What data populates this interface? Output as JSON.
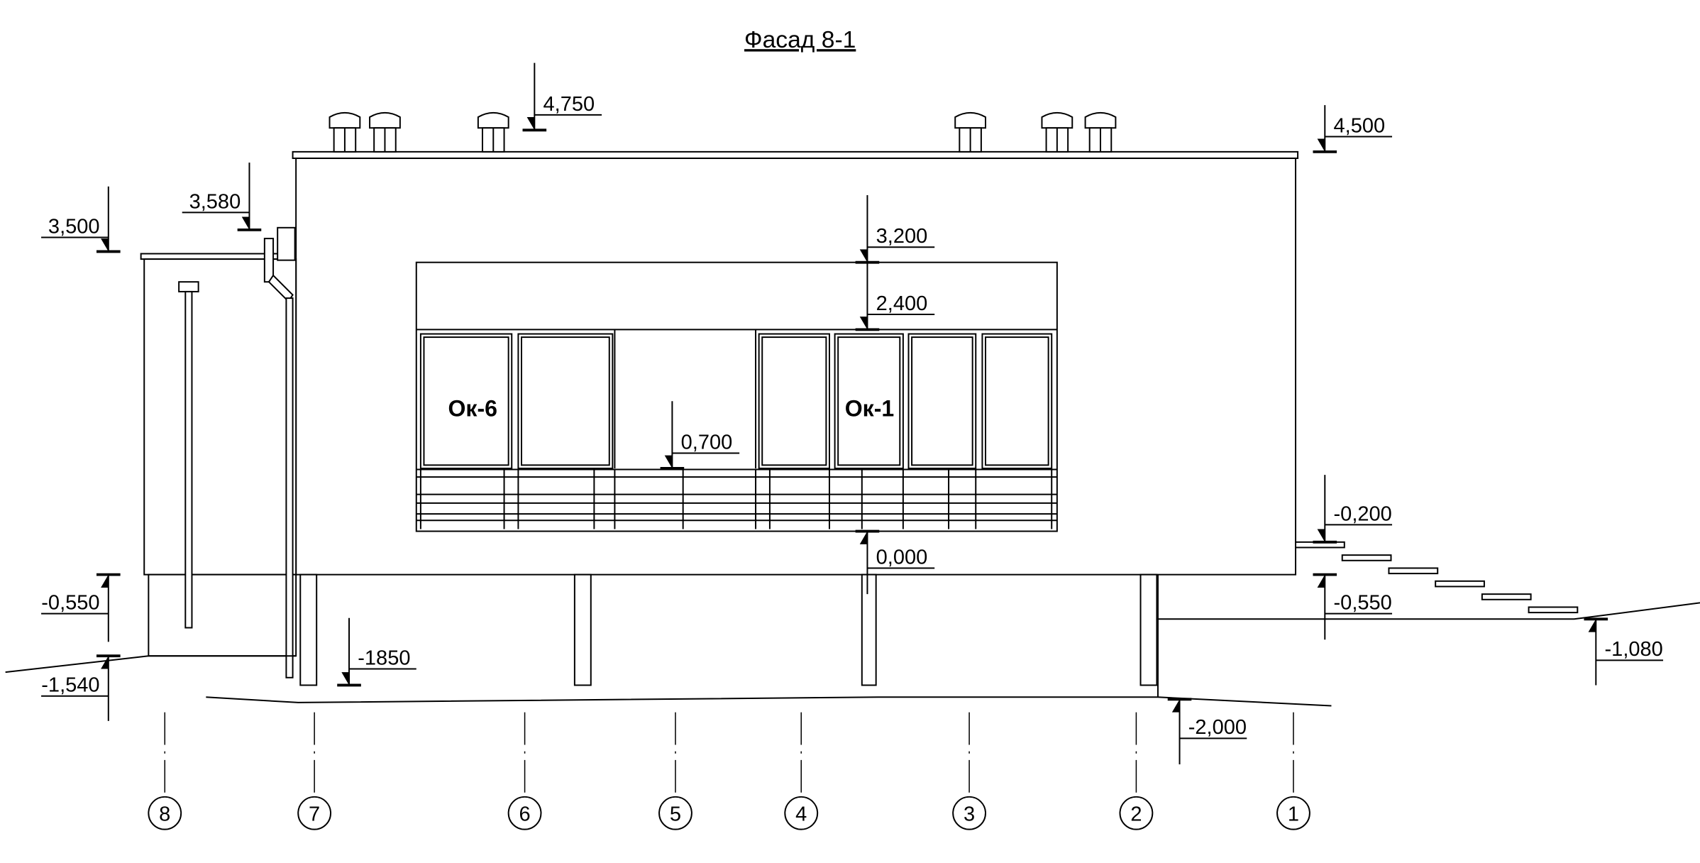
{
  "title": "Фасад 8-1",
  "windows": {
    "left": "Ок-6",
    "right": "Ок-1"
  },
  "elevations": [
    "4,750",
    "4,500",
    "3,580",
    "3,500",
    "3,200",
    "2,400",
    "0,700",
    "0,000",
    "-0,200",
    "-0,550",
    "-0,550",
    "-1,540",
    "-1850",
    "-1,080",
    "-2,000"
  ],
  "axes": [
    "8",
    "7",
    "6",
    "5",
    "4",
    "3",
    "2",
    "1"
  ]
}
